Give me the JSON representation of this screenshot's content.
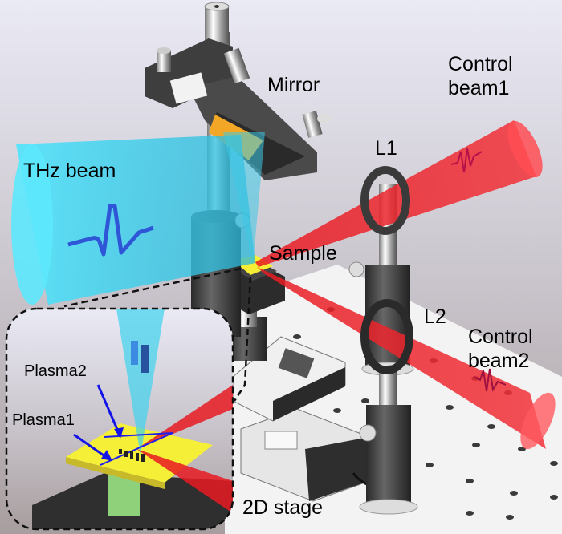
{
  "figure": {
    "title": "THz beam control setup with optical control beams",
    "colors": {
      "background_top": "#e6e6f2",
      "background_bottom": "#b4aaad",
      "thz_beam": "#3fd3ee",
      "control_beam": "#f0262e",
      "sample": "#f4ef3a",
      "plasma_arrow": "#1414e6",
      "mount_dark": "#3a3a3a",
      "table": "#f4f4f4"
    }
  },
  "labels": {
    "mirror": "Mirror",
    "control_beam1_line1": "Control",
    "control_beam1_line2": "beam1",
    "l1": "L1",
    "thz_beam": "THz beam",
    "sample": "Sample",
    "l2": "L2",
    "control_beam2_line1": "Control",
    "control_beam2_line2": "beam2",
    "stage": "2D stage"
  },
  "inset": {
    "plasma2": "Plasma2",
    "plasma1": "Plasma1"
  }
}
